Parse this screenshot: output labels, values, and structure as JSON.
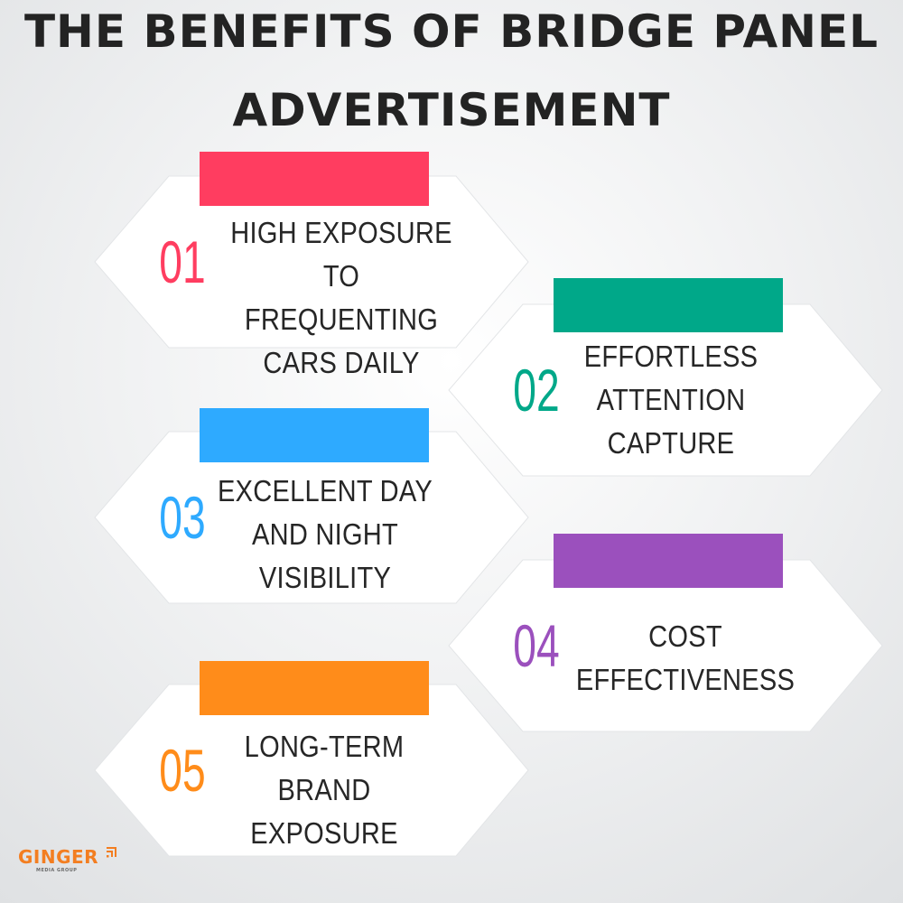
{
  "title": {
    "line1": "THE BENEFITS OF BRIDGE PANEL",
    "line2": "ADVERTISEMENT"
  },
  "benefits": [
    {
      "number": "01",
      "lines": [
        "HIGH EXPOSURE",
        "TO FREQUENTING",
        "CARS DAILY"
      ],
      "color": "#ff3d60"
    },
    {
      "number": "02",
      "lines": [
        "EFFORTLESS",
        "ATTENTION",
        "CAPTURE"
      ],
      "color": "#00a889"
    },
    {
      "number": "03",
      "lines": [
        "EXCELLENT DAY",
        "AND NIGHT",
        "VISIBILITY"
      ],
      "color": "#2eaaff"
    },
    {
      "number": "04",
      "lines": [
        "COST",
        "EFFECTIVENESS"
      ],
      "color": "#9b50bd"
    },
    {
      "number": "05",
      "lines": [
        "LONG-TERM",
        "BRAND",
        "EXPOSURE"
      ],
      "color": "#ff8c1a"
    }
  ],
  "logo": {
    "name": "GINGER",
    "subtitle": "MEDIA GROUP",
    "icon": "signal-icon",
    "color": "#f37e21"
  }
}
